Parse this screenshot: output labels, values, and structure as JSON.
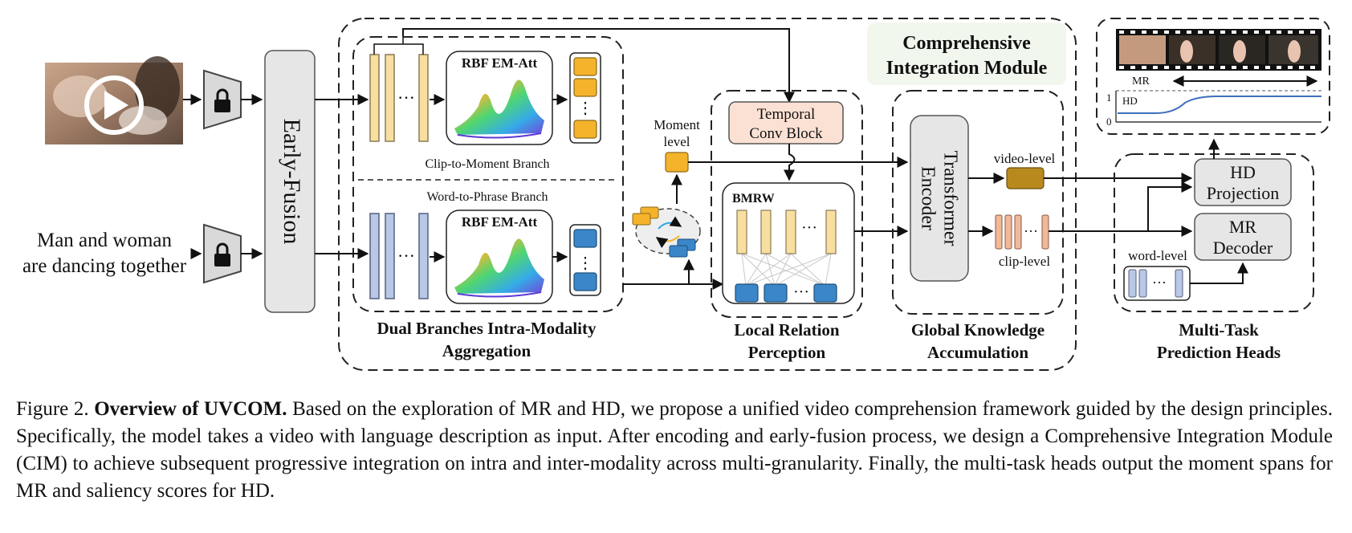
{
  "colors": {
    "yellow": "#f8dfa0",
    "yellow_edge": "#8a7a55",
    "blue": "#b8c8e6",
    "blue_edge": "#55607a",
    "orange_token": "#f5b32b",
    "blue_token": "#3a86c8",
    "panel_gray": "#e6e6e6",
    "temporal_fill": "#fbe1d4",
    "video_level_fill": "#b88a1e",
    "clip_level_fill": "#f2b89a",
    "cim_title_bg": "#f2f7ee",
    "hd_curve": "#3f6fbf"
  },
  "inputs": {
    "text_query_line1": "Man and woman",
    "text_query_line2": "are dancing together",
    "video_icon": "play-icon",
    "encoder_icon": "lock-icon"
  },
  "early_fusion": {
    "label": "Early-Fusion"
  },
  "dual_branch": {
    "rbf_top": "RBF EM-Att",
    "rbf_bottom": "RBF EM-Att",
    "clip_branch": "Clip-to-Moment Branch",
    "word_branch": "Word-to-Phrase Branch",
    "dots": "···",
    "vdots": "⋮",
    "title_line1": "Dual Branches Intra-Modality",
    "title_line2": "Aggregation"
  },
  "moment": {
    "line1": "Moment",
    "line2": "level"
  },
  "local": {
    "temporal_line1": "Temporal",
    "temporal_line2": "Conv Block",
    "bmrw": "BMRW",
    "title_line1": "Local Relation",
    "title_line2": "Perception"
  },
  "global": {
    "encoder_line1": "Transformer",
    "encoder_line2": "Encoder",
    "video_level": "video-level",
    "clip_level": "clip-level",
    "title_line1": "Global Knowledge",
    "title_line2": "Accumulation"
  },
  "cim": {
    "title_line1": "Comprehensive",
    "title_line2": "Integration Module"
  },
  "heads": {
    "hd_line1": "HD",
    "hd_line2": "Projection",
    "mr_line1": "MR",
    "mr_line2": "Decoder",
    "word_level": "word-level",
    "title_line1": "Multi-Task",
    "title_line2": "Prediction Heads"
  },
  "output": {
    "mr_label": "MR",
    "hd_label": "HD",
    "y_max": "1",
    "y_min": "0"
  },
  "caption": {
    "figure_label": "Figure 2.",
    "bold_title": "Overview of UVCOM.",
    "text": "Based on the exploration of MR and HD, we propose a unified video comprehension framework guided by the design principles. Specifically, the model takes a video with language description as input. After encoding and early-fusion process, we design a Comprehensive Integration Module (CIM) to achieve subsequent progressive integration on intra and inter-modality across multi-granularity. Finally, the multi-task heads output the moment spans for MR and saliency scores for HD."
  }
}
